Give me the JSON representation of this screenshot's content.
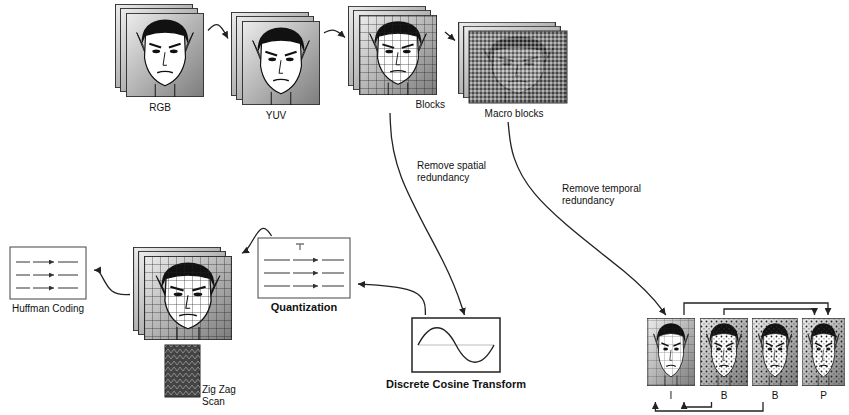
{
  "diagram": {
    "nodes": [
      {
        "text": [
          "RGB"
        ]
      },
      {
        "text": [
          "YUV"
        ]
      },
      {
        "text": [
          "Blocks"
        ]
      },
      {
        "text": [
          "Macro blocks"
        ]
      },
      {
        "text": [
          "Huffman Coding"
        ]
      },
      {
        "text": [
          "Quantization"
        ]
      },
      {
        "text": [
          "Zig Zag Scan"
        ]
      },
      {
        "text": [
          "Discrete Cosine Transform"
        ]
      },
      {
        "text": [
          "I"
        ]
      },
      {
        "text": [
          "B"
        ]
      },
      {
        "text": [
          "B"
        ]
      },
      {
        "text": [
          "P"
        ]
      }
    ],
    "edges": [
      {
        "from": 0,
        "to": 1,
        "arrow": "to"
      },
      {
        "from": 1,
        "to": 2,
        "arrow": "to"
      },
      {
        "from": 2,
        "to": 3,
        "arrow": "to"
      },
      {
        "from": 2,
        "to": 7,
        "label": "Remove spatial redundancy",
        "arrow": "to"
      },
      {
        "from": 3,
        "to": 8,
        "label": "Remove temporal redundancy",
        "arrow": "to"
      },
      {
        "from": 7,
        "to": 5,
        "arrow": "to"
      },
      {
        "from": 5,
        "to": 6,
        "arrow": "to"
      },
      {
        "from": 6,
        "to": 4,
        "arrow": "to"
      },
      {
        "from": 8,
        "to": 11,
        "arrow": "to"
      },
      {
        "from": 9,
        "to": 11,
        "arrow": "to"
      },
      {
        "from": 9,
        "to": 8,
        "arrow": "to"
      },
      {
        "from": 10,
        "to": 8,
        "arrow": "to"
      }
    ]
  }
}
